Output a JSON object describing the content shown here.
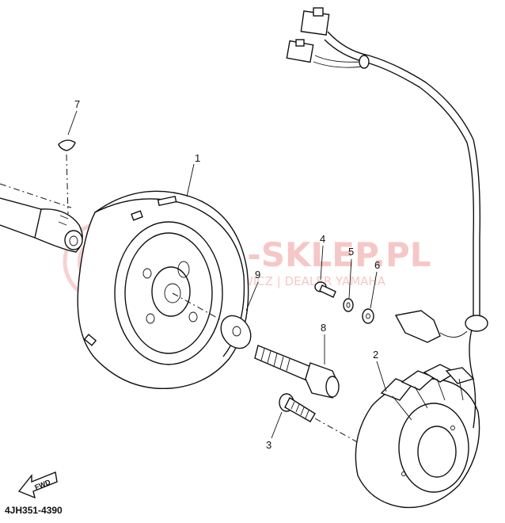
{
  "diagram": {
    "part_labels": [
      {
        "id": "1",
        "text": "1"
      },
      {
        "id": "2",
        "text": "2"
      },
      {
        "id": "3",
        "text": "3"
      },
      {
        "id": "4",
        "text": "4"
      },
      {
        "id": "5",
        "text": "5"
      },
      {
        "id": "6",
        "text": "6"
      },
      {
        "id": "7",
        "text": "7"
      },
      {
        "id": "8",
        "text": "8"
      },
      {
        "id": "9",
        "text": "9"
      }
    ],
    "diagram_code": "4JH351-4390",
    "fwd_arrow_label": "FWD",
    "watermark": {
      "main": "MA-SKLEP.PL",
      "sub": "ECHOWICZ | DEALER YAMAHA"
    }
  }
}
